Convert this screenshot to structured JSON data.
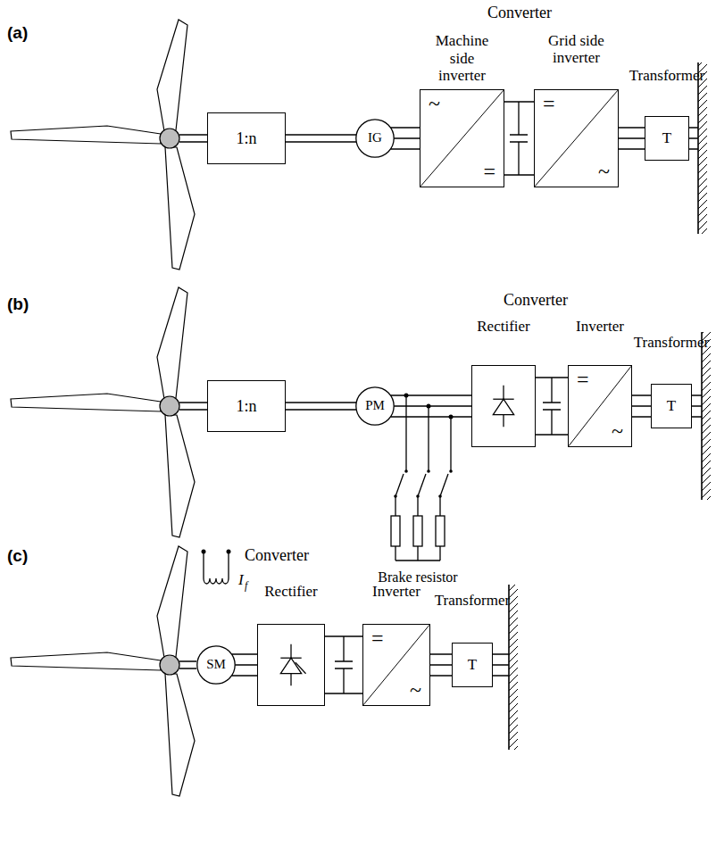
{
  "diagram": {
    "nodes": [
      {
        "text": [
          "1:n"
        ]
      },
      {
        "text": [
          "IG"
        ]
      },
      {
        "text": [
          "Machine side inverter",
          "~",
          "="
        ]
      },
      {
        "text": [
          "Grid side inverter",
          "=",
          "~"
        ]
      },
      {
        "text": [
          "Transformer",
          "T"
        ]
      },
      {
        "text": [
          "1:n"
        ]
      },
      {
        "text": [
          "PM"
        ]
      },
      {
        "text": [
          "Rectifier"
        ]
      },
      {
        "text": [
          "Inverter",
          "=",
          "~"
        ]
      },
      {
        "text": [
          "Transformer",
          "T"
        ]
      },
      {
        "text": [
          "SM"
        ]
      },
      {
        "text": [
          "Rectifier"
        ]
      },
      {
        "text": [
          "Inverter",
          "=",
          "~"
        ]
      },
      {
        "text": [
          "Transformer",
          "T"
        ]
      }
    ],
    "edges": [
      {
        "from": 0,
        "to": 1,
        "arrow": "none"
      },
      {
        "from": 1,
        "to": 2,
        "arrow": "none"
      },
      {
        "from": 2,
        "to": 3,
        "arrow": "none"
      },
      {
        "from": 3,
        "to": 4,
        "arrow": "none"
      },
      {
        "from": 5,
        "to": 6,
        "arrow": "none"
      },
      {
        "from": 6,
        "to": 7,
        "arrow": "none"
      },
      {
        "from": 7,
        "to": 8,
        "arrow": "none"
      },
      {
        "from": 8,
        "to": 9,
        "arrow": "none"
      },
      {
        "from": 10,
        "to": 11,
        "arrow": "none"
      },
      {
        "from": 11,
        "to": 12,
        "arrow": "none"
      },
      {
        "from": 12,
        "to": 13,
        "arrow": "none"
      }
    ],
    "labels": [
      "(a)",
      "Converter",
      "(b)",
      "Converter",
      "Brake resistor",
      "(c)",
      "I",
      "f",
      "Converter"
    ]
  }
}
